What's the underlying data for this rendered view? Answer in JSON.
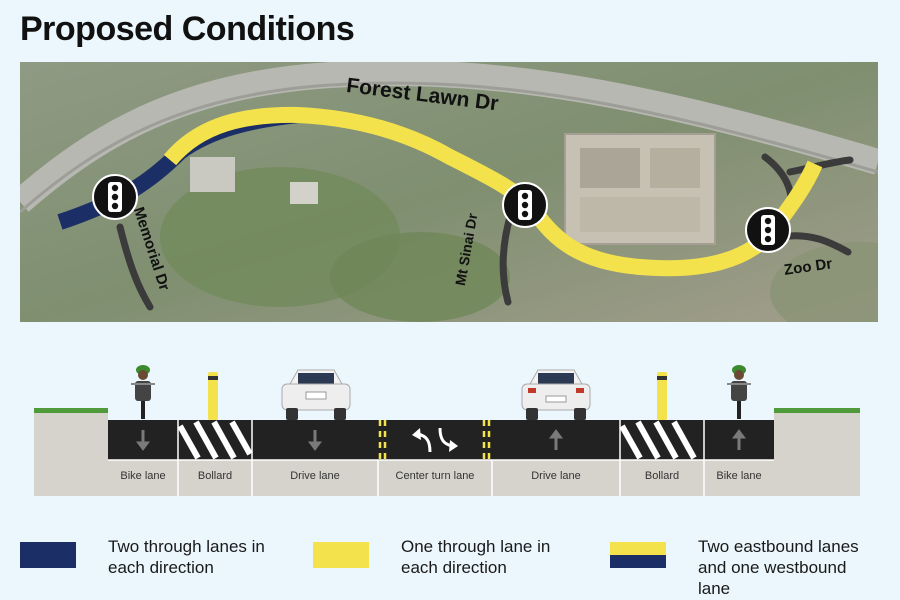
{
  "title": "Proposed Conditions",
  "map": {
    "streets": {
      "forest_lawn": "Forest Lawn Dr",
      "memorial": "Memorial Dr",
      "mt_sinai": "Mt Sinai Dr",
      "zoo": "Zoo Dr"
    },
    "icons": [
      "traffic-signal-icon",
      "traffic-signal-icon",
      "traffic-signal-icon"
    ]
  },
  "cross_section": {
    "lanes": [
      {
        "label": "Bike lane"
      },
      {
        "label": "Bollard"
      },
      {
        "label": "Drive lane"
      },
      {
        "label": "Center turn lane"
      },
      {
        "label": "Drive lane"
      },
      {
        "label": "Bollard"
      },
      {
        "label": "Bike lane"
      }
    ]
  },
  "legend": [
    {
      "text": "Two through lanes in each direction",
      "color": "#1b2f66"
    },
    {
      "text": "One through lane in each direction",
      "color": "#f4e24c"
    },
    {
      "text": "Two eastbound lanes and one westbound lane",
      "colors": [
        "#f4e24c",
        "#1b2f66"
      ]
    }
  ],
  "colors": {
    "navy": "#1b2f66",
    "yellow": "#f4e24c",
    "road": "#222222",
    "curb": "#d6d3cc",
    "background": "#ebf7fc"
  }
}
